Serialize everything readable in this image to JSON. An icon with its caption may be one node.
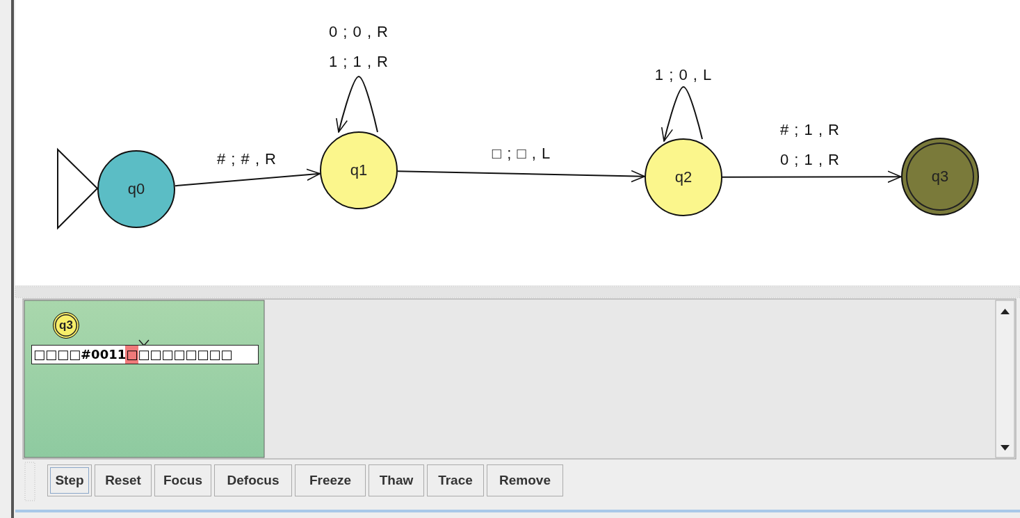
{
  "diagram": {
    "nodes": [
      {
        "text": [
          "q0"
        ]
      },
      {
        "text": [
          "q1"
        ]
      },
      {
        "text": [
          "q2"
        ]
      },
      {
        "text": [
          "q3"
        ]
      },
      {
        "text": [
          "q3"
        ]
      }
    ],
    "edges": [
      {
        "from": 0,
        "to": 1,
        "arrow": "to",
        "label": "# ; # , R"
      },
      {
        "from": 1,
        "to": 1,
        "arrow": "to",
        "label": "0 ; 0 , R 1 ; 1 , R"
      },
      {
        "from": 1,
        "to": 2,
        "arrow": "to",
        "label": "□ ; □ , L"
      },
      {
        "from": 2,
        "to": 2,
        "arrow": "to",
        "label": "1 ; 0 , L"
      },
      {
        "from": 2,
        "to": 3,
        "arrow": "to",
        "label": "# ; 1 , R 0 ; 1 , R"
      }
    ],
    "labels": [
      "□□□□#0011□□□□□□□□□",
      "Step",
      "Reset",
      "Focus",
      "Defocus",
      "Freeze",
      "Thaw",
      "Trace",
      "Remove"
    ]
  }
}
